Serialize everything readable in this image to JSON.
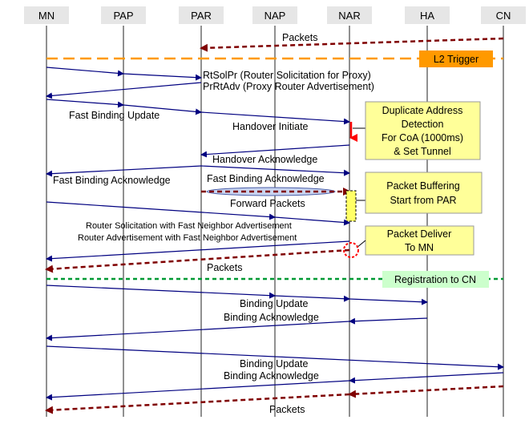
{
  "entities": [
    "MN",
    "PAP",
    "PAR",
    "NAP",
    "NAR",
    "HA",
    "CN"
  ],
  "colors": {
    "header_bg": "#e6e6e6",
    "lifeline": "#222222",
    "message": "#000080",
    "data_flow": "#800000",
    "trigger_line": "#ff9900",
    "registration_line": "#009933",
    "note_fill": "#ffff99",
    "l2_box": "#ff9900",
    "reg_box": "#ccffcc",
    "red": "#ff0000",
    "buffer_fill": "#ffff66",
    "buffer_oval": "#c8d4f0"
  },
  "messages": {
    "packets_1": "Packets",
    "rtsolpr": "RtSolPr (Router Solicitation for Proxy)",
    "prrtadv": "PrRtAdv (Proxy Router Advertisement)",
    "fbu": "Fast Binding Update",
    "hi": "Handover Initiate",
    "hack": "Handover Acknowledge",
    "fback_mn": "Fast Binding Acknowledge",
    "fback_nar": "Fast Binding Acknowledge",
    "forward": "Forward Packets",
    "rs_fna": "Router Solicitation with Fast Neighbor Advertisement",
    "ra_fna": "Router Advertisement with Fast Neighbor Advertisement",
    "packets_2": "Packets",
    "bu_1": "Binding Update",
    "back_1": "Binding Acknowledge",
    "bu_2": "Binding Update",
    "back_2": "Binding Acknowledge",
    "packets_3": "Packets"
  },
  "events": {
    "l2_trigger": "L2 Trigger",
    "registration": "Registration to CN"
  },
  "notes": {
    "dad": [
      "Duplicate Address",
      "Detection",
      "For CoA (1000ms)",
      "& Set Tunnel"
    ],
    "buffer": [
      "Packet Buffering",
      "Start from PAR"
    ],
    "deliver": [
      "Packet Deliver",
      "To MN"
    ]
  }
}
